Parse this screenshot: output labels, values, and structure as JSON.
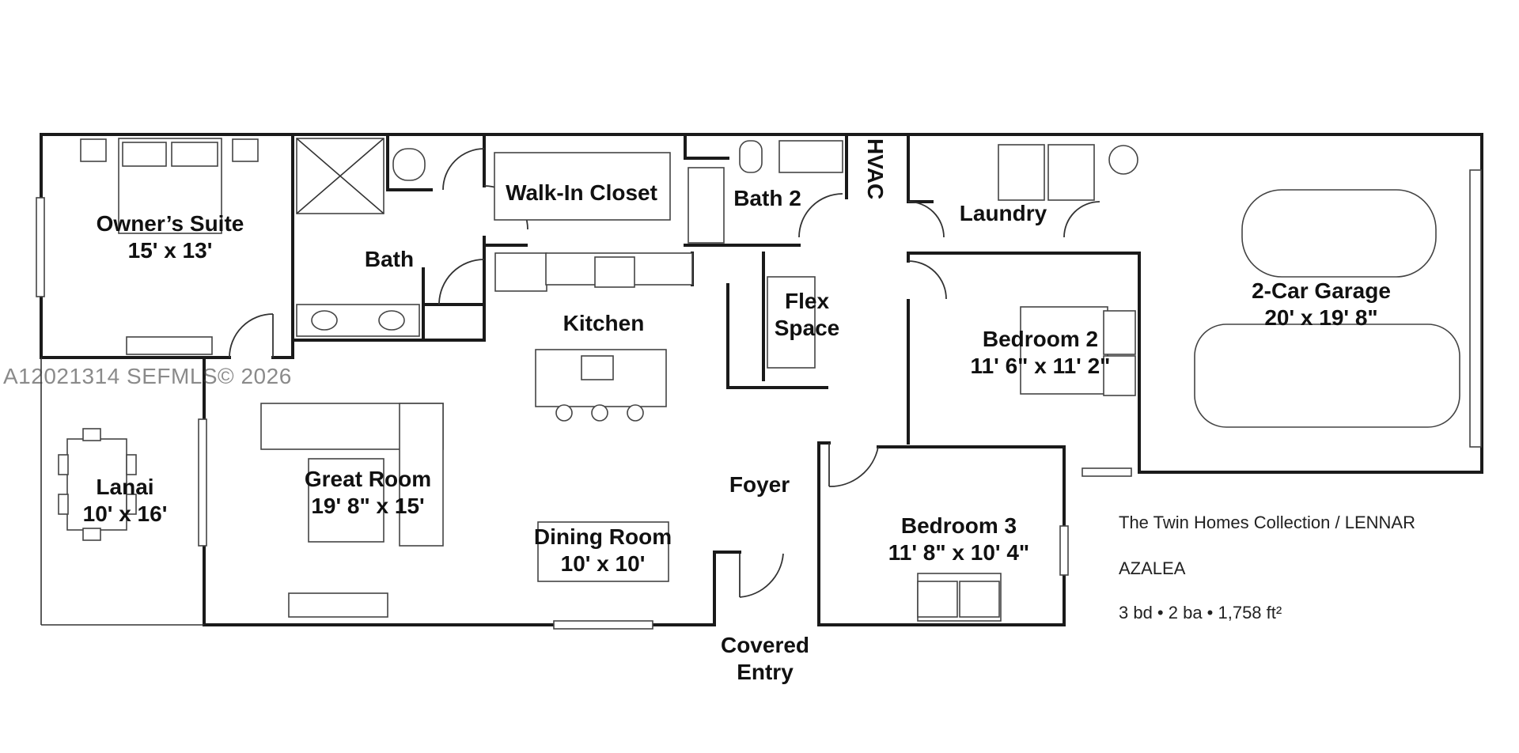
{
  "watermark": "A12021314  SEFMLS© 2026",
  "info": {
    "collection": "The Twin Homes Collection / LENNAR",
    "model": "AZALEA",
    "summary": "3 bd • 2 ba • 1,758 ft²"
  },
  "rooms": {
    "owners_suite": {
      "name": "Owner’s Suite",
      "dims": "15' x 13'"
    },
    "bath": {
      "name": "Bath"
    },
    "walk_in_closet": {
      "name": "Walk-In Closet"
    },
    "bath_2": {
      "name": "Bath 2"
    },
    "hvac": {
      "name": "HVAC"
    },
    "laundry": {
      "name": "Laundry"
    },
    "garage": {
      "name": "2-Car Garage",
      "dims": "20' x 19' 8\""
    },
    "kitchen": {
      "name": "Kitchen"
    },
    "flex_space": {
      "name_line1": "Flex",
      "name_line2": "Space"
    },
    "bedroom_2": {
      "name": "Bedroom 2",
      "dims": "11' 6\" x 11' 2\""
    },
    "lanai": {
      "name": "Lanai",
      "dims": "10' x 16'"
    },
    "great_room": {
      "name": "Great Room",
      "dims": "19' 8\" x 15'"
    },
    "foyer": {
      "name": "Foyer"
    },
    "dining_room": {
      "name": "Dining Room",
      "dims": "10' x 10'"
    },
    "bedroom_3": {
      "name": "Bedroom 3",
      "dims": "11' 8\" x 10' 4\""
    },
    "covered_entry": {
      "name_line1": "Covered",
      "name_line2": "Entry"
    }
  }
}
